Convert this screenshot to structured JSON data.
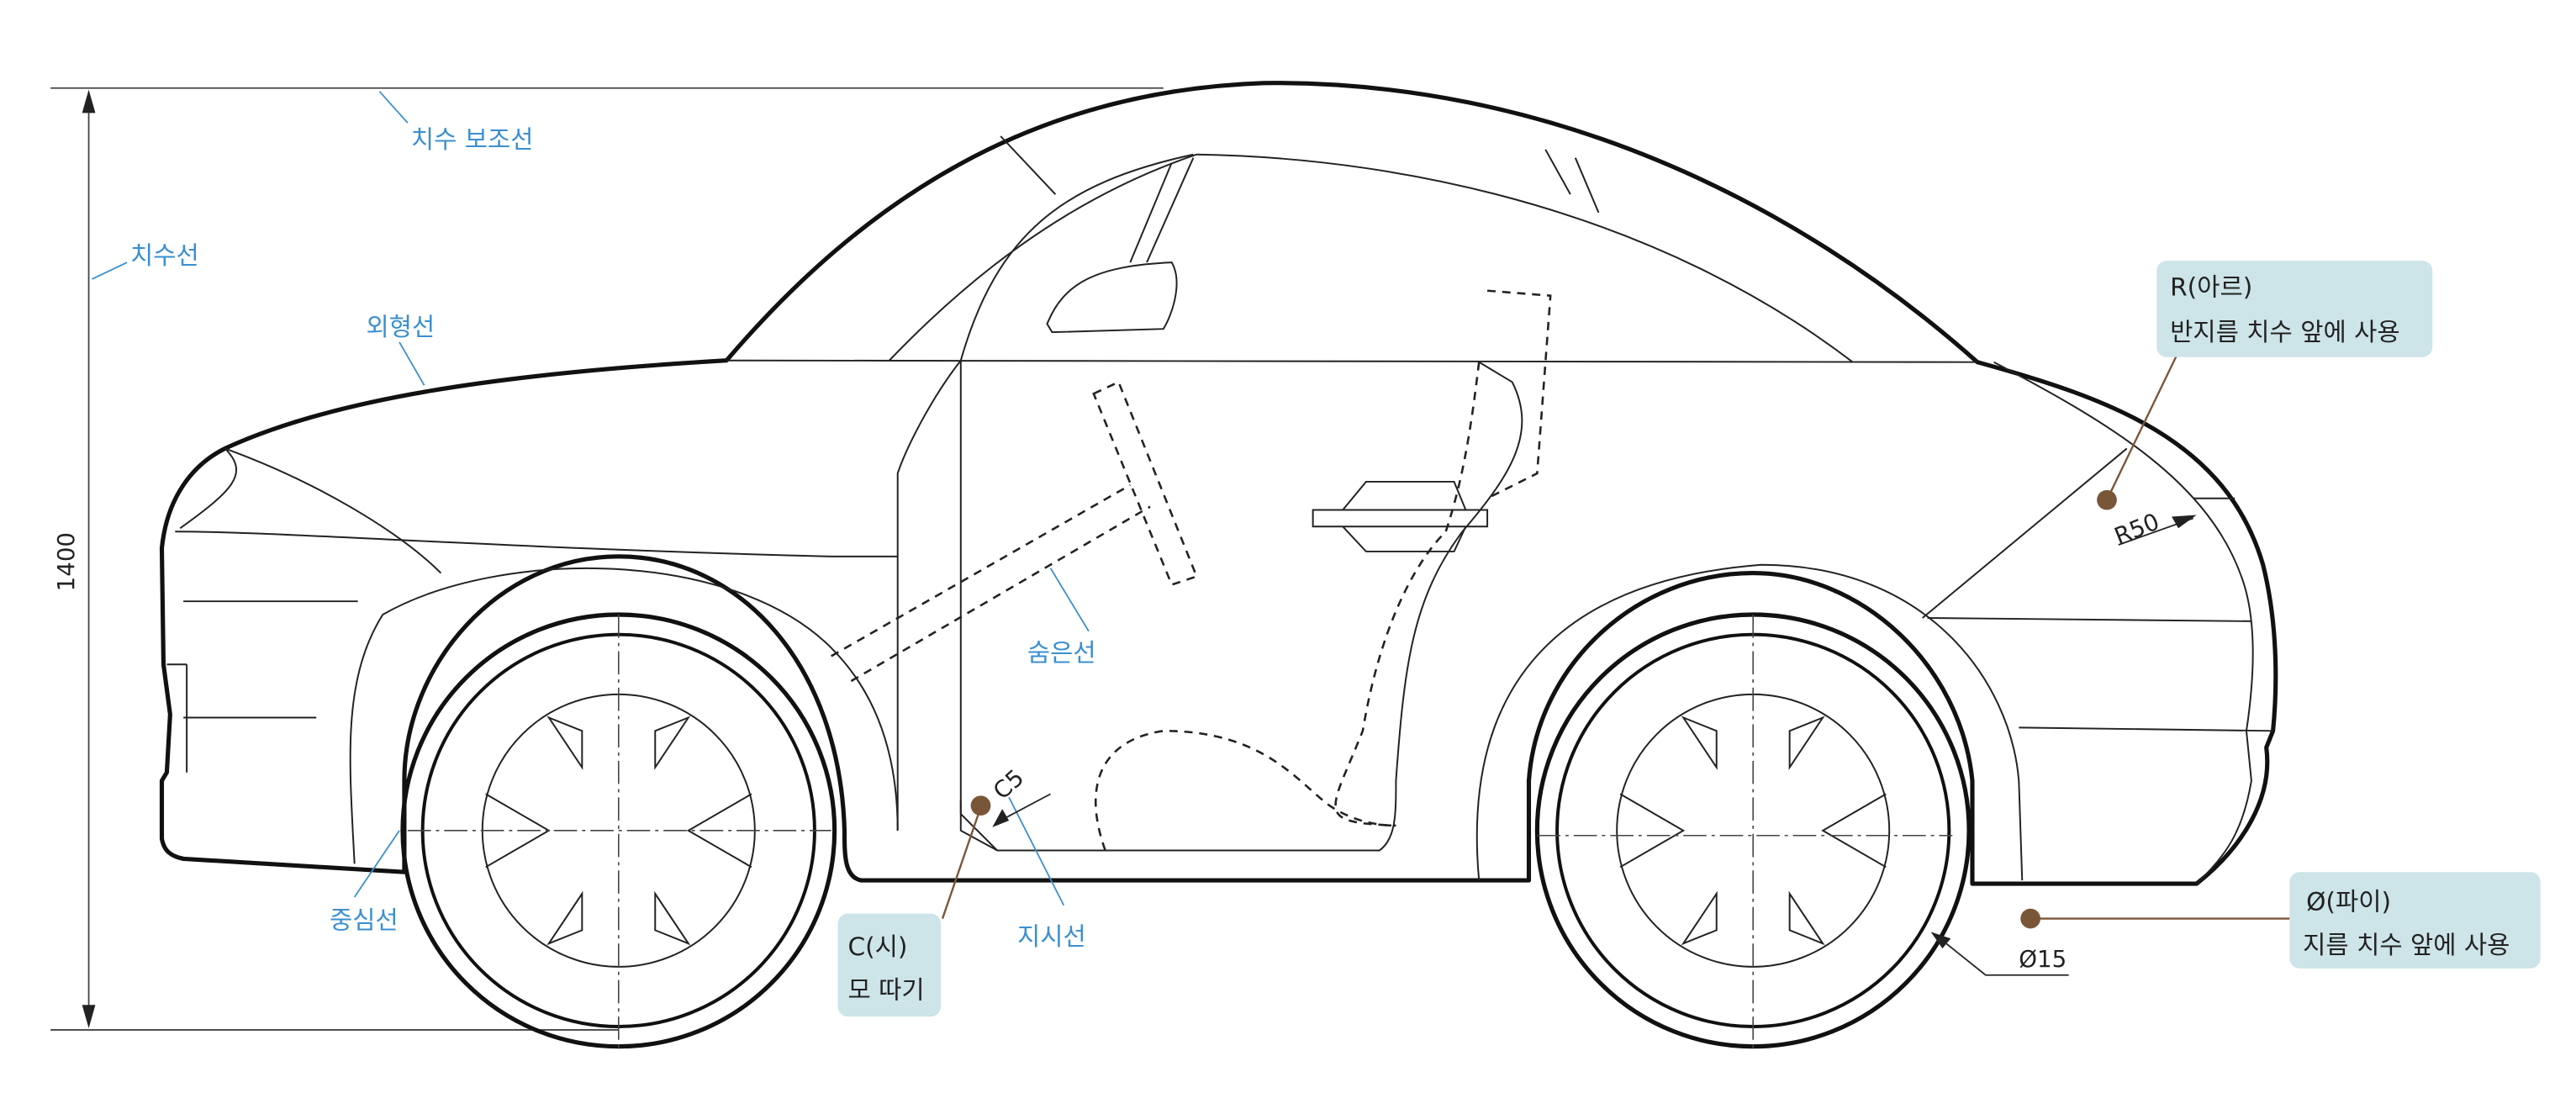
{
  "labels": {
    "extension_line": "치수 보조선",
    "dimension_line": "치수선",
    "outline": "외형선",
    "hidden_line": "숨은선",
    "center_line": "중심선",
    "leader_line": "지시선"
  },
  "dimensions": {
    "height": "1400",
    "chamfer": "C5",
    "radius": "R50",
    "diameter": "Ø15"
  },
  "callouts": {
    "radius": {
      "title": "R(아르)",
      "desc": "반지름 치수 앞에 사용"
    },
    "chamfer": {
      "title": "C(시)",
      "desc": "모 따기"
    },
    "diameter": {
      "title": "Ø(파이)",
      "desc": "지름 치수 앞에 사용"
    }
  },
  "colors": {
    "label": "#3a8fd0",
    "callout_bg": "#cde4e8",
    "marker": "#7a5638"
  }
}
